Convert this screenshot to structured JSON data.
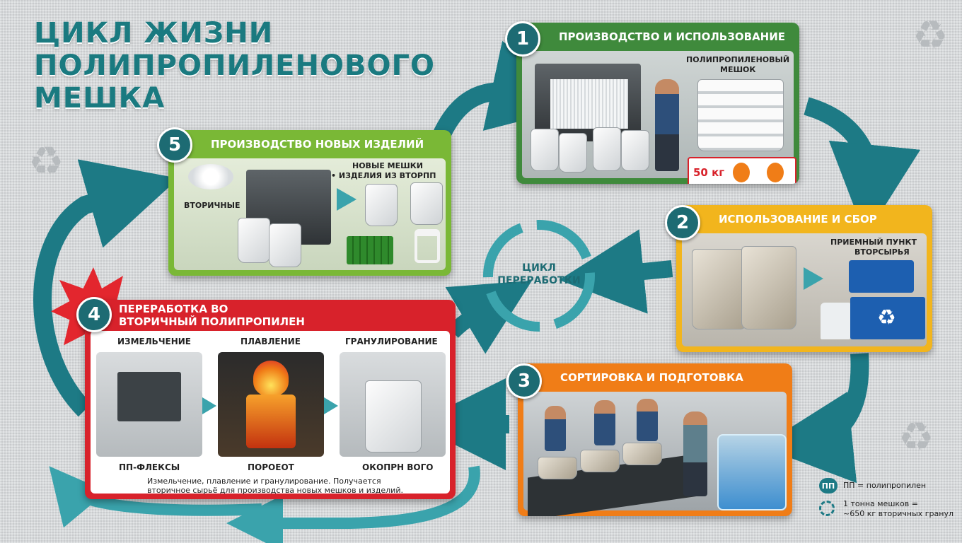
{
  "title": {
    "line1": "ЦИКЛ ЖИЗНИ",
    "line2": "ПОЛИПРОПИЛЕНОВОГО",
    "line3": "МЕШКА"
  },
  "center": {
    "line1": "ЦИКЛ",
    "line2": "ПЕРЕРАБОТКИ"
  },
  "steps": {
    "s1": {
      "num": "1",
      "title": "ПРОИЗВОДСТВО И ИСПОЛЬЗОВАНИЕ",
      "label1": "ПОЛИПРОПИЛЕНОВЫЙ",
      "label2": "МЕШОК",
      "weight": "50 кг"
    },
    "s2": {
      "num": "2",
      "title": "ИСПОЛЬЗОВАНИЕ И СБОР",
      "label1": "ПРИЕМНЫЙ ПУНКТ",
      "label2": "ВТОРСЫРЬЯ"
    },
    "s3": {
      "num": "3",
      "title": "СОРТИРОВКА И ПОДГОТОВКА"
    },
    "s4": {
      "num": "4",
      "title1": "ПЕРЕРАБОТКА ВО",
      "title2": "ВТОРИЧНЫЙ ПОЛИПРОПИЛЕН",
      "stage1": "ИЗМЕЛЬЧЕНИЕ",
      "stage2": "ПЛАВЛЕНИЕ",
      "stage3": "ГРАНУЛИРОВАНИЕ",
      "cap1": "ПП-ФЛЕКСЫ",
      "cap2": "ПОРОЕОТ",
      "cap3": "ОКОПРН ВОГО",
      "desc1": "Измельчение, плавление и гранулирование. Получается",
      "desc2": "вторичное сырьё для производства новых мешков и изделий."
    },
    "s5": {
      "num": "5",
      "title": "ПРОИЗВОДСТВО НОВЫХ ИЗДЕЛИЙ",
      "label1": "НОВЫЕ МЕШКИ",
      "label2": "• ИЗДЕЛИЯ ИЗ ВТОРПП",
      "label3": "ВТОРИЧНЫЕ"
    }
  },
  "legend": {
    "badge": "ПП",
    "text1": "ПП = полипропилен",
    "text2": "1 тонна мешков =",
    "text3": "~650 кг вторичных гранул"
  },
  "colors": {
    "teal": "#1d7a85",
    "green": "#3f8a3c",
    "lime": "#7ab836",
    "yellow": "#f2b51d",
    "orange": "#f07d17",
    "red": "#d8222b"
  }
}
